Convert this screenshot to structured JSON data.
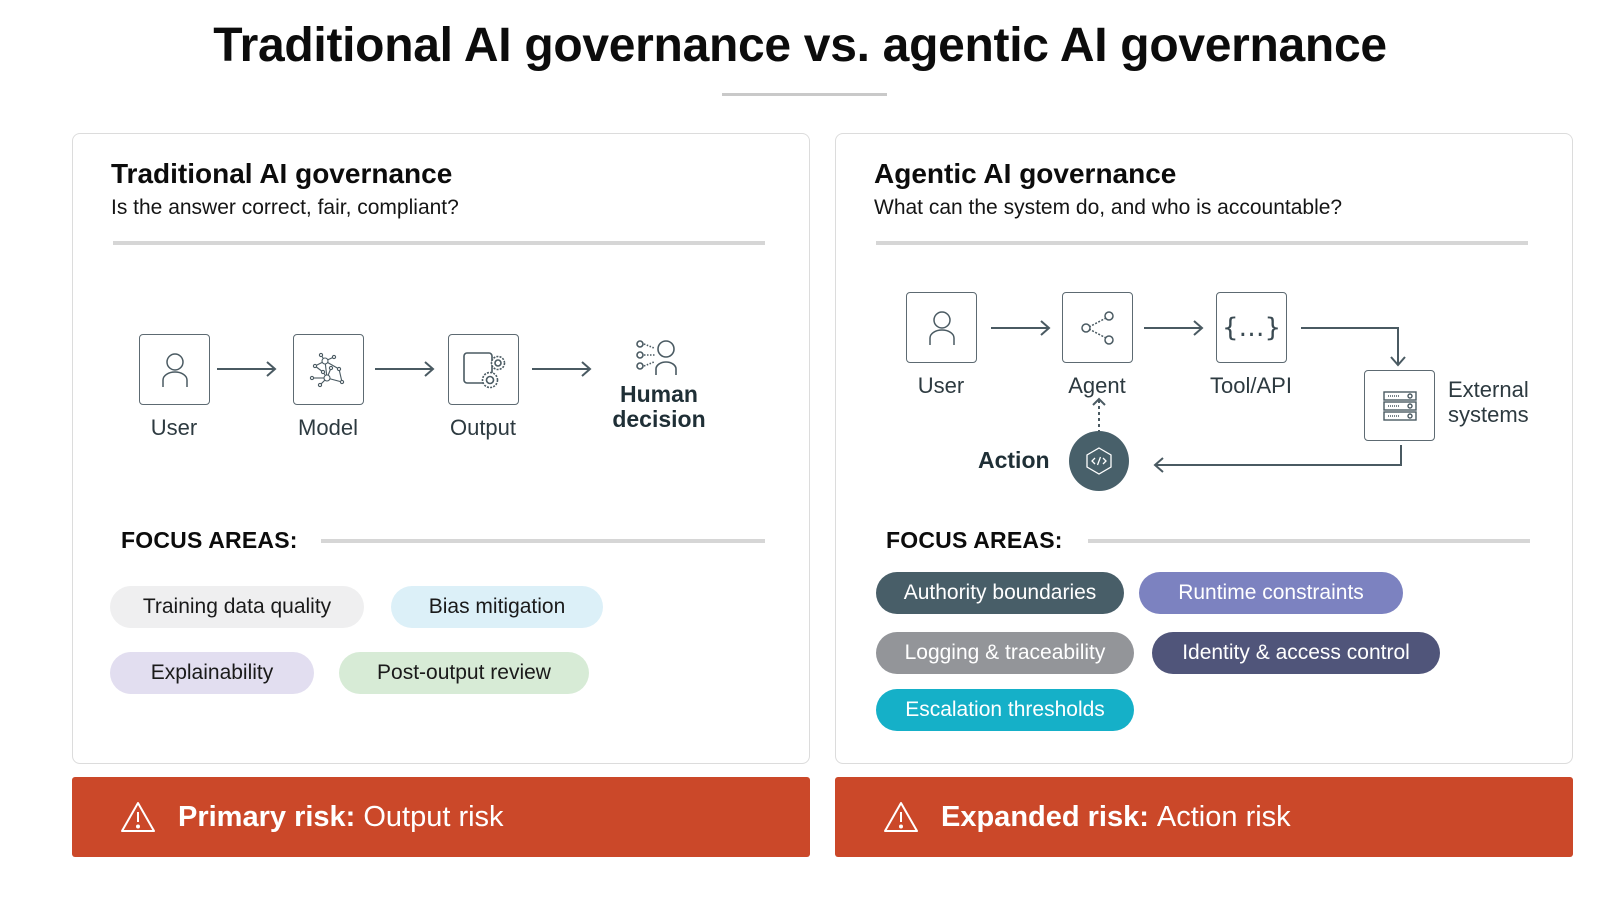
{
  "title": "Traditional AI governance vs. agentic AI governance",
  "traditional": {
    "title": "Traditional AI governance",
    "subtitle": "Is the answer correct, fair, compliant?",
    "flow": [
      {
        "label": "User",
        "icon": "user-icon"
      },
      {
        "label": "Model",
        "icon": "neural-network-icon"
      },
      {
        "label": "Output",
        "icon": "output-gears-icon"
      }
    ],
    "human_decision": {
      "line1": "Human",
      "line2": "decision",
      "icon": "human-checklist-icon"
    },
    "focus_label": "FOCUS AREAS:",
    "focus_areas": [
      {
        "label": "Training data quality",
        "bg": "#efeff0",
        "fg": "#1a1a1a"
      },
      {
        "label": "Bias mitigation",
        "bg": "#dcf0f8",
        "fg": "#1a1a1a"
      },
      {
        "label": "Explainability",
        "bg": "#e2def0",
        "fg": "#1a1a1a"
      },
      {
        "label": "Post-output review",
        "bg": "#d7ebd6",
        "fg": "#1a1a1a"
      }
    ],
    "risk": {
      "strong": "Primary risk:",
      "rest": "Output risk",
      "icon": "warning-icon"
    }
  },
  "agentic": {
    "title": "Agentic AI governance",
    "subtitle": "What can the system do, and who is accountable?",
    "flow": [
      {
        "label": "User",
        "icon": "user-icon"
      },
      {
        "label": "Agent",
        "icon": "share-nodes-icon"
      },
      {
        "label": "Tool/API",
        "icon": "code-braces-icon"
      }
    ],
    "external": {
      "line1": "External",
      "line2": "systems",
      "icon": "server-stack-icon"
    },
    "action": {
      "label": "Action",
      "icon": "code-hexagon-icon"
    },
    "focus_label": "FOCUS AREAS:",
    "focus_areas": [
      {
        "label": "Authority boundaries",
        "bg": "#485e68",
        "fg": "#ffffff"
      },
      {
        "label": "Runtime constraints",
        "bg": "#7c82c0",
        "fg": "#ffffff"
      },
      {
        "label": "Logging & traceability",
        "bg": "#939599",
        "fg": "#ffffff"
      },
      {
        "label": "Identity & access control",
        "bg": "#50557a",
        "fg": "#ffffff"
      },
      {
        "label": "Escalation thresholds",
        "bg": "#15b0c8",
        "fg": "#ffffff"
      }
    ],
    "risk": {
      "strong": "Expanded risk:",
      "rest": "Action risk",
      "icon": "warning-icon"
    }
  },
  "colors": {
    "risk_bg": "#cb4829",
    "icon_stroke": "#4a5a62",
    "action_circle": "#48606a"
  }
}
